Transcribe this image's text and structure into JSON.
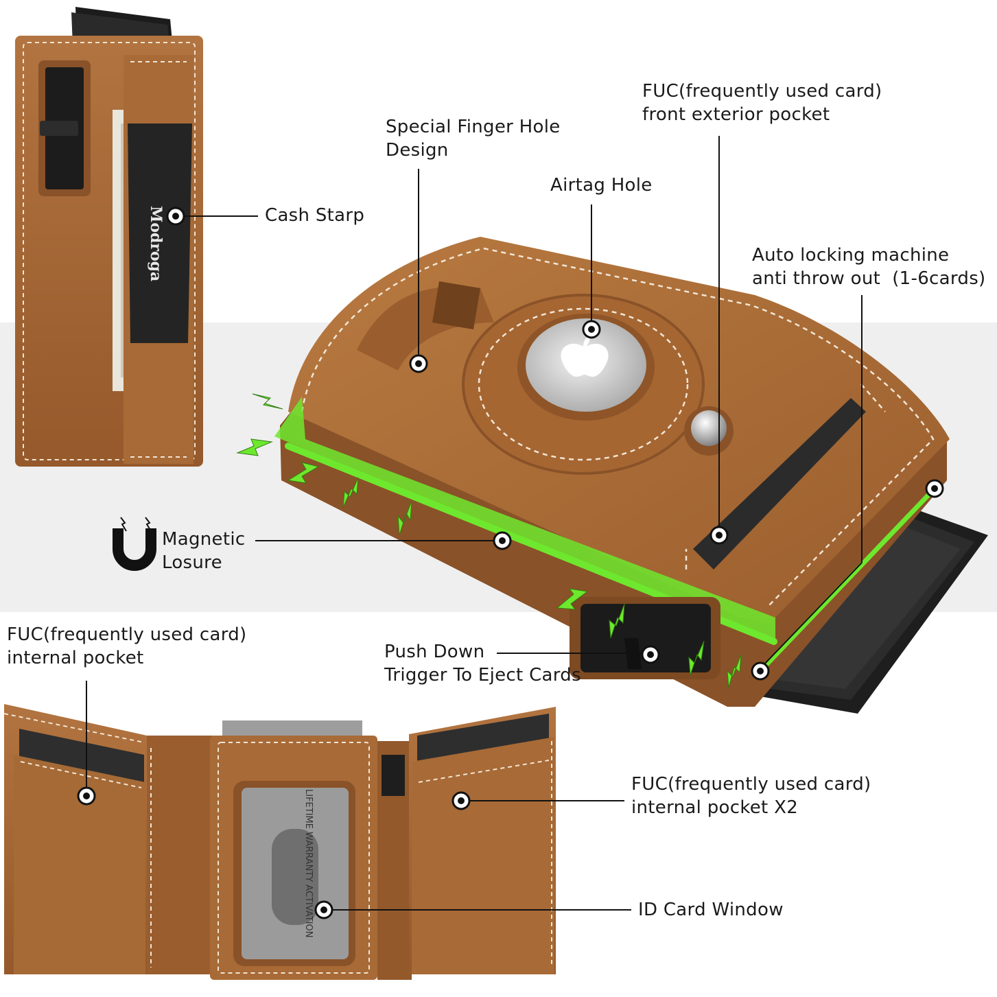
{
  "colors": {
    "leather": "#a86a36",
    "leather_dark": "#7a4a22",
    "leather_light": "#c08850",
    "stitch": "#f2e6d6",
    "magnet_glow": "#6ee82e",
    "card_black": "#1f1f1f",
    "band": "#efefef"
  },
  "callouts": {
    "cash_strap": {
      "line1": "Cash Starp"
    },
    "finger_hole": {
      "line1": "Special Finger Hole",
      "line2": "Design"
    },
    "airtag_hole": {
      "line1": "Airtag Hole"
    },
    "front_pocket": {
      "line1": "FUC(frequently used card)",
      "line2": "front exterior pocket"
    },
    "auto_lock": {
      "line1": "Auto locking machine",
      "line2": "anti throw out  (1-6cards)"
    },
    "magnetic": {
      "line1": "Magnetic",
      "line2": "Losure"
    },
    "internal_pocket": {
      "line1": "FUC(frequently used card)",
      "line2": "internal pocket"
    },
    "push_down": {
      "line1": "Push Down",
      "line2": "Trigger To Eject Cards"
    },
    "internal_x2": {
      "line1": "FUC(frequently used card)",
      "line2": "internal pocket X2"
    },
    "id_window": {
      "line1": "ID Card Window"
    }
  },
  "icons": [
    "magnet-icon",
    "lightning-icon",
    "callout-dot-icon",
    "apple-logo-icon",
    "snap-button-icon"
  ],
  "product_text": {
    "brand_on_strap": "Modroga",
    "card_print": "LIFETIME WARRANTY ACTIVATION"
  }
}
